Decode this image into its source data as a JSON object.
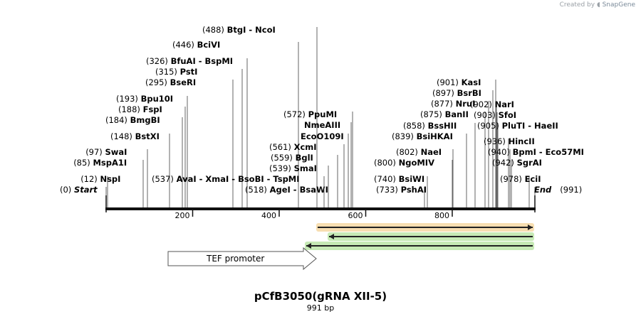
{
  "watermark": {
    "prefix": "Created by",
    "brand": "SnapGene"
  },
  "sequence": {
    "name": "pCfB3050(gRNA XII-5)",
    "length_label": "991 bp",
    "length": 991
  },
  "ruler": {
    "ticks": [
      "200",
      "400",
      "600",
      "800"
    ]
  },
  "sites": [
    {
      "pos": "(0)",
      "name": "Start",
      "italic": true,
      "loc": 0
    },
    {
      "pos": "(12)",
      "name": "NspI",
      "loc": 12
    },
    {
      "pos": "(85)",
      "name": "MspA1I",
      "loc": 85
    },
    {
      "pos": "(97)",
      "name": "SwaI",
      "loc": 97
    },
    {
      "pos": "(148)",
      "name": "BstXI",
      "loc": 148
    },
    {
      "pos": "(184)",
      "name": "BmgBI",
      "loc": 184
    },
    {
      "pos": "(188)",
      "name": "FspI",
      "loc": 188
    },
    {
      "pos": "(193)",
      "name": "Bpu10I",
      "loc": 193
    },
    {
      "pos": "(295)",
      "name": "BseRI",
      "loc": 295
    },
    {
      "pos": "(315)",
      "name": "PstI",
      "loc": 315
    },
    {
      "pos": "(326)",
      "name": "BfuAI - BspMI",
      "loc": 326
    },
    {
      "pos": "(446)",
      "name": "BciVI",
      "loc": 446
    },
    {
      "pos": "(488)",
      "name": "BtgI - NcoI",
      "loc": 488
    },
    {
      "pos": "(518)",
      "name": "AgeI - BsaWI",
      "loc": 518
    },
    {
      "pos": "(537)",
      "name": "AvaI - XmaI - BsoBI - TspMI",
      "loc": 537
    },
    {
      "pos": "(539)",
      "name": "SmaI",
      "loc": 539
    },
    {
      "pos": "(559)",
      "name": "BglI",
      "loc": 559
    },
    {
      "pos": "(561)",
      "name": "XcmI",
      "loc": 561
    },
    {
      "pos": "",
      "name": "EcoO109I",
      "loc": 566
    },
    {
      "pos": "",
      "name": "NmeAIII",
      "loc": 569
    },
    {
      "pos": "(572)",
      "name": "PpuMI",
      "loc": 572
    },
    {
      "pos": "(733)",
      "name": "PshAI",
      "loc": 733
    },
    {
      "pos": "(740)",
      "name": "BsiWI",
      "loc": 740
    },
    {
      "pos": "(800)",
      "name": "NgoMIV",
      "loc": 800
    },
    {
      "pos": "(802)",
      "name": "NaeI",
      "loc": 802
    },
    {
      "pos": "(839)",
      "name": "BsiHKAI",
      "loc": 839
    },
    {
      "pos": "(858)",
      "name": "BssHII",
      "loc": 858
    },
    {
      "pos": "(875)",
      "name": "BanII",
      "loc": 875
    },
    {
      "pos": "(877)",
      "name": "NruI",
      "loc": 877
    },
    {
      "pos": "(897)",
      "name": "BsrBI",
      "loc": 897
    },
    {
      "pos": "(901)",
      "name": "KasI",
      "loc": 901
    },
    {
      "pos": "(902)",
      "name": "NarI",
      "loc": 902
    },
    {
      "pos": "(903)",
      "name": "SfoI",
      "loc": 903
    },
    {
      "pos": "(905)",
      "name": "PluTI - HaeII",
      "loc": 905
    },
    {
      "pos": "(936)",
      "name": "HincII",
      "loc": 936
    },
    {
      "pos": "(940)",
      "name": "BpmI - Eco57MI",
      "loc": 940
    },
    {
      "pos": "(942)",
      "name": "SgrAI",
      "loc": 942
    },
    {
      "pos": "(978)",
      "name": "EciI",
      "loc": 978
    },
    {
      "pos": "(991)",
      "name": "End",
      "italic": true,
      "loc": 991
    }
  ],
  "features": [
    {
      "label": "TEF promoter",
      "type": "promoter",
      "direction": "forward",
      "start": 148,
      "end": 491
    },
    {
      "label": "",
      "type": "primer",
      "direction": "forward",
      "color": "#e8a020",
      "start": 492,
      "end": 991
    },
    {
      "label": "",
      "type": "primer",
      "direction": "reverse",
      "color": "#5cbf2a",
      "start": 517,
      "end": 991
    },
    {
      "label": "",
      "type": "primer",
      "direction": "reverse",
      "color": "#5cbf2a",
      "start": 465,
      "end": 991
    }
  ]
}
